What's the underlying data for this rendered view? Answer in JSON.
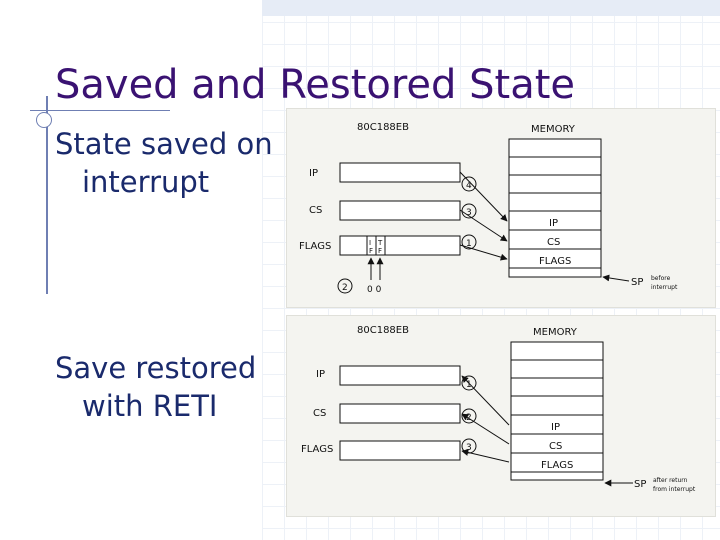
{
  "slide": {
    "title": "Saved and Restored State",
    "bullets": [
      {
        "line1": "State saved on",
        "line2": "interrupt"
      },
      {
        "line1": "Save restored",
        "line2": "with RETI"
      }
    ]
  },
  "diagram_top": {
    "chip": "80C188EB",
    "memory_label": "MEMORY",
    "registers": [
      "IP",
      "CS",
      "FLAGS"
    ],
    "flag_bits": [
      "I",
      "T",
      "F",
      "F"
    ],
    "flag_values": "0 0",
    "steps": [
      "4",
      "3",
      "1",
      "2"
    ],
    "stack_cells": [
      "IP",
      "CS",
      "FLAGS"
    ],
    "sp_label": "SP",
    "sp_note_1": "before",
    "sp_note_2": "interrupt"
  },
  "diagram_bottom": {
    "chip": "80C188EB",
    "memory_label": "MEMORY",
    "registers": [
      "IP",
      "CS",
      "FLAGS"
    ],
    "steps": [
      "1",
      "2",
      "3"
    ],
    "stack_cells": [
      "IP",
      "CS",
      "FLAGS"
    ],
    "sp_label": "SP",
    "sp_note_1": "after return",
    "sp_note_2": "from interrupt"
  }
}
